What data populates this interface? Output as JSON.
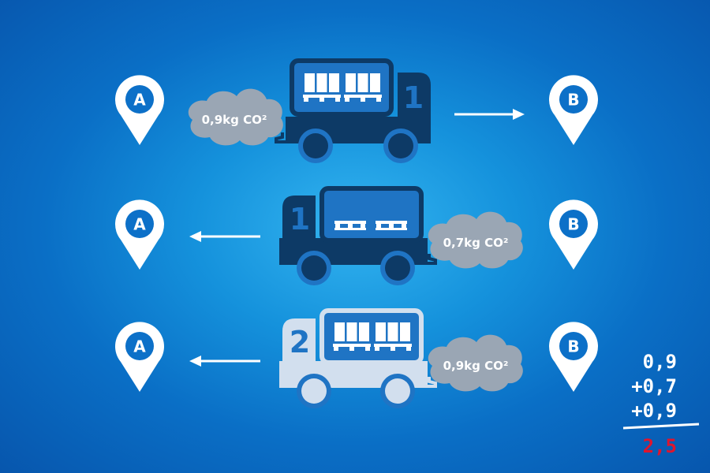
{
  "colors": {
    "truck_full": "#0d3a66",
    "truck_cargo": "#1f74c4",
    "truck_light": "#d2dfee",
    "cloud": "#9aa6b4",
    "sum_total": "#e0152d",
    "white": "#ffffff"
  },
  "rows": [
    {
      "pin_left": "A",
      "pin_right": "B",
      "truck_number": "1",
      "direction": "A-to-B",
      "load": "loaded",
      "emission_label": "0,9kg CO²"
    },
    {
      "pin_left": "A",
      "pin_right": "B",
      "truck_number": "1",
      "direction": "B-to-A",
      "load": "empty",
      "emission_label": "0,7kg CO²"
    },
    {
      "pin_left": "A",
      "pin_right": "B",
      "truck_number": "2",
      "direction": "B-to-A",
      "load": "loaded",
      "emission_label": "0,9kg CO²"
    }
  ],
  "sum": {
    "lines": [
      "0,9",
      "+0,7",
      "+0,9"
    ],
    "total": "2,5"
  }
}
